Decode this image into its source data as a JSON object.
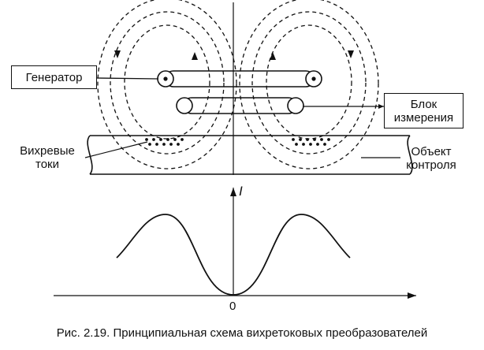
{
  "labels": {
    "generator": "Генератор",
    "measurement_block_line1": "Блок",
    "measurement_block_line2": "измерения",
    "eddy_currents_line1": "Вихревые",
    "eddy_currents_line2": "токи",
    "object_line1": "Объект",
    "object_line2": "контроля",
    "axis_y": "I",
    "origin": "0"
  },
  "caption": "Рис. 2.19. Принципиальная схема вихретоковых преобразователей",
  "colors": {
    "ink": "#111111",
    "background": "#ffffff"
  }
}
